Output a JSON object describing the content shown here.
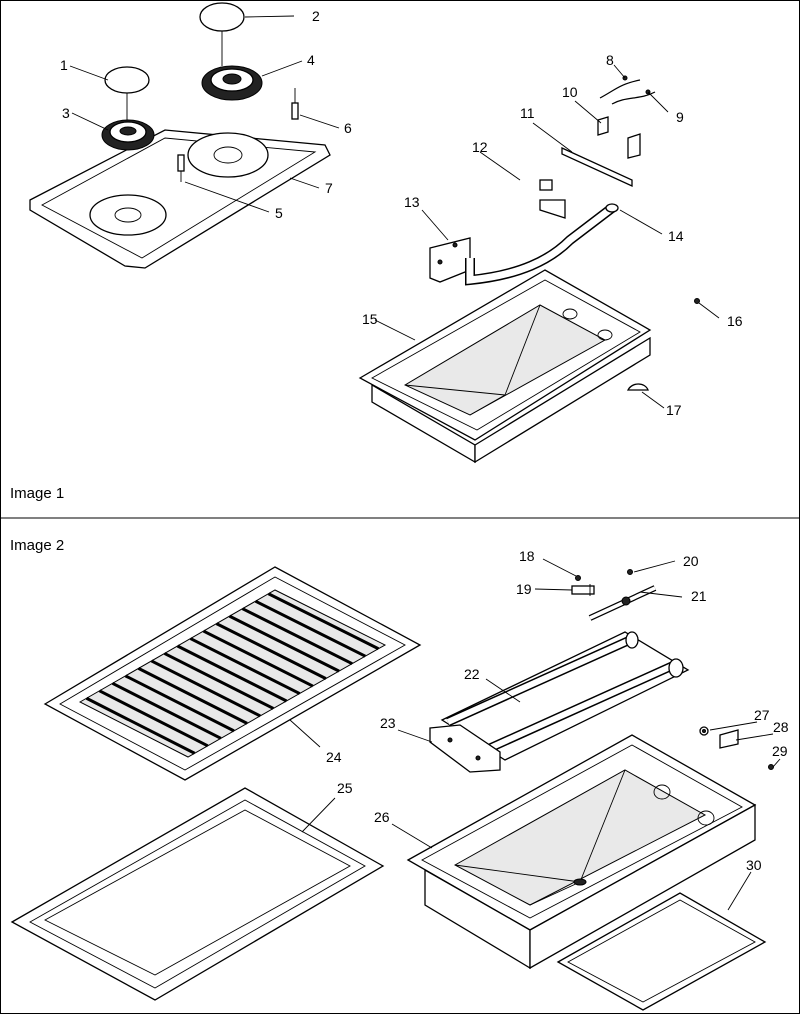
{
  "panels": [
    {
      "label": "Image 1"
    },
    {
      "label": "Image 2"
    }
  ],
  "callouts": [
    "1",
    "2",
    "3",
    "4",
    "5",
    "6",
    "7",
    "8",
    "9",
    "10",
    "11",
    "12",
    "13",
    "14",
    "15",
    "16",
    "17",
    "18",
    "19",
    "20",
    "21",
    "22",
    "23",
    "24",
    "25",
    "26",
    "27",
    "28",
    "29",
    "30"
  ]
}
